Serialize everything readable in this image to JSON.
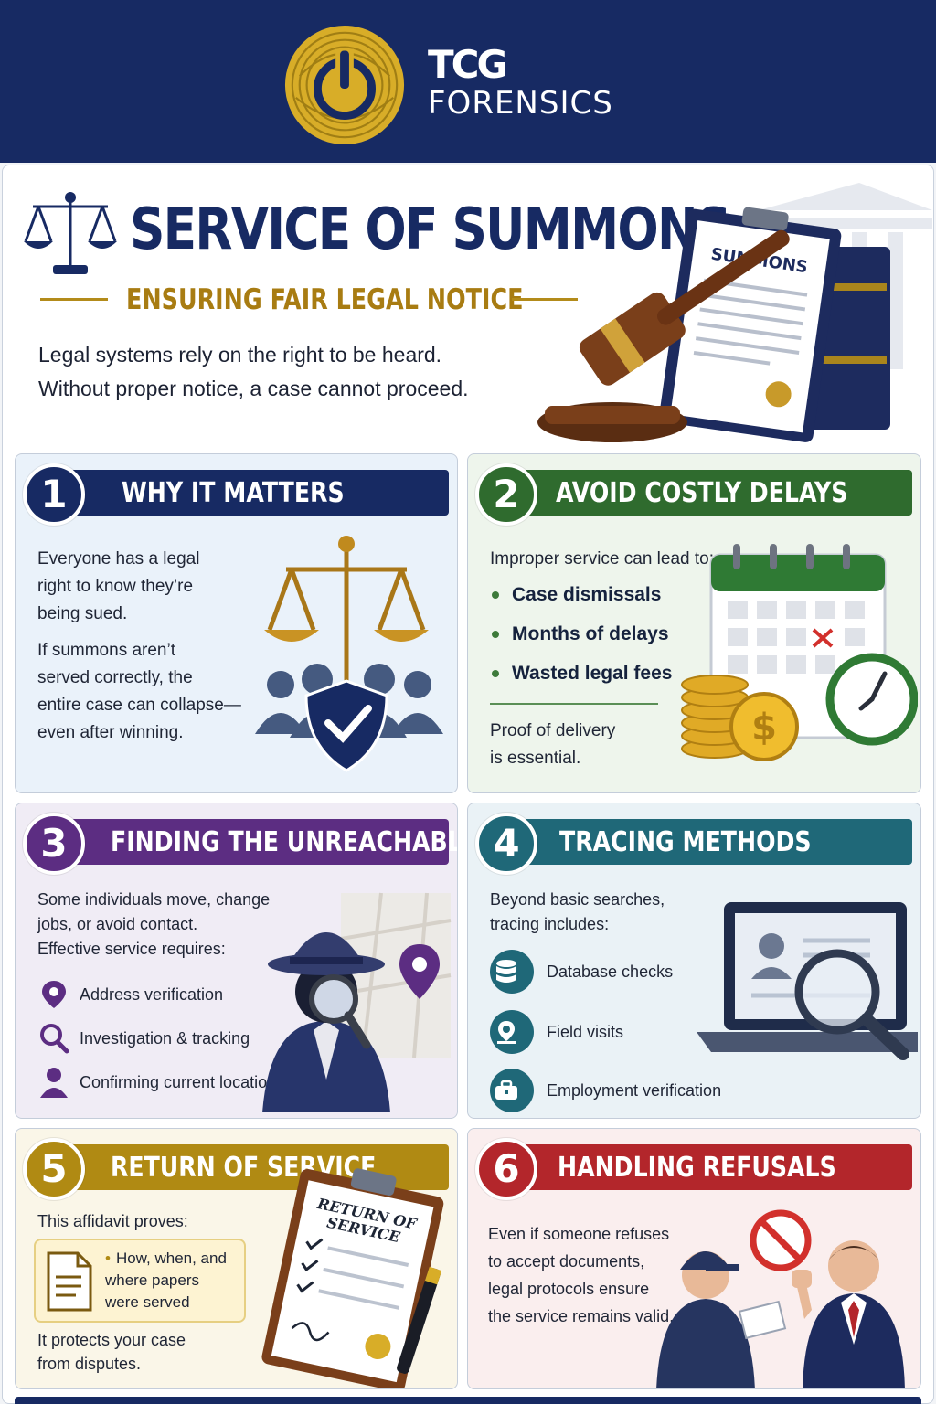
{
  "brand": {
    "line1": "TCG",
    "line2": "FORENSICS",
    "bar_color": "#172a63",
    "accent": "#d8ad28"
  },
  "hero": {
    "title": "SERVICE OF SUMMONS",
    "subtitle": "ENSURING FAIR LEGAL NOTICE",
    "intro_line1": "Legal systems rely on the right to be heard.",
    "intro_line2": "Without proper notice, a case cannot proceed.",
    "document_label": "SUMMONS"
  },
  "sections": [
    {
      "number": "1",
      "title": "WHY IT MATTERS",
      "color": "#172a63",
      "p1": [
        "Everyone has a legal",
        "right to know they’re",
        "being sued."
      ],
      "p2": [
        "If summons aren’t",
        "served correctly, the",
        "entire case can collapse—",
        "even after winning."
      ]
    },
    {
      "number": "2",
      "title": "AVOID COSTLY DELAYS",
      "color": "#2f6b2e",
      "lead": "Improper service can lead to:",
      "bullets": [
        "Case dismissals",
        "Months of delays",
        "Wasted legal fees"
      ],
      "footer": [
        "Proof of delivery",
        "is essential."
      ]
    },
    {
      "number": "3",
      "title": "FINDING THE UNREACHABLE",
      "color": "#5c2d82",
      "lead": [
        "Some individuals move, change",
        "jobs, or avoid contact.",
        "Effective service requires:"
      ],
      "items": [
        "Address verification",
        "Investigation & tracking",
        "Confirming current location"
      ]
    },
    {
      "number": "4",
      "title": "TRACING METHODS",
      "color": "#1f6878",
      "lead": [
        "Beyond basic searches,",
        "tracing includes:"
      ],
      "items": [
        "Database checks",
        "Field visits",
        "Employment verification"
      ]
    },
    {
      "number": "5",
      "title": "RETURN OF SERVICE",
      "color": "#b08a13",
      "lead": "This affidavit proves:",
      "box": [
        "How, when, and",
        "where papers",
        "were served"
      ],
      "footer": [
        "It protects your case",
        "from disputes."
      ],
      "document_label": [
        "RETURN OF",
        "SERVICE"
      ]
    },
    {
      "number": "6",
      "title": "HANDLING REFUSALS",
      "color": "#b3262b",
      "body": [
        "Even if someone refuses",
        "to accept documents,",
        "legal protocols ensure",
        "the service remains valid."
      ]
    }
  ]
}
